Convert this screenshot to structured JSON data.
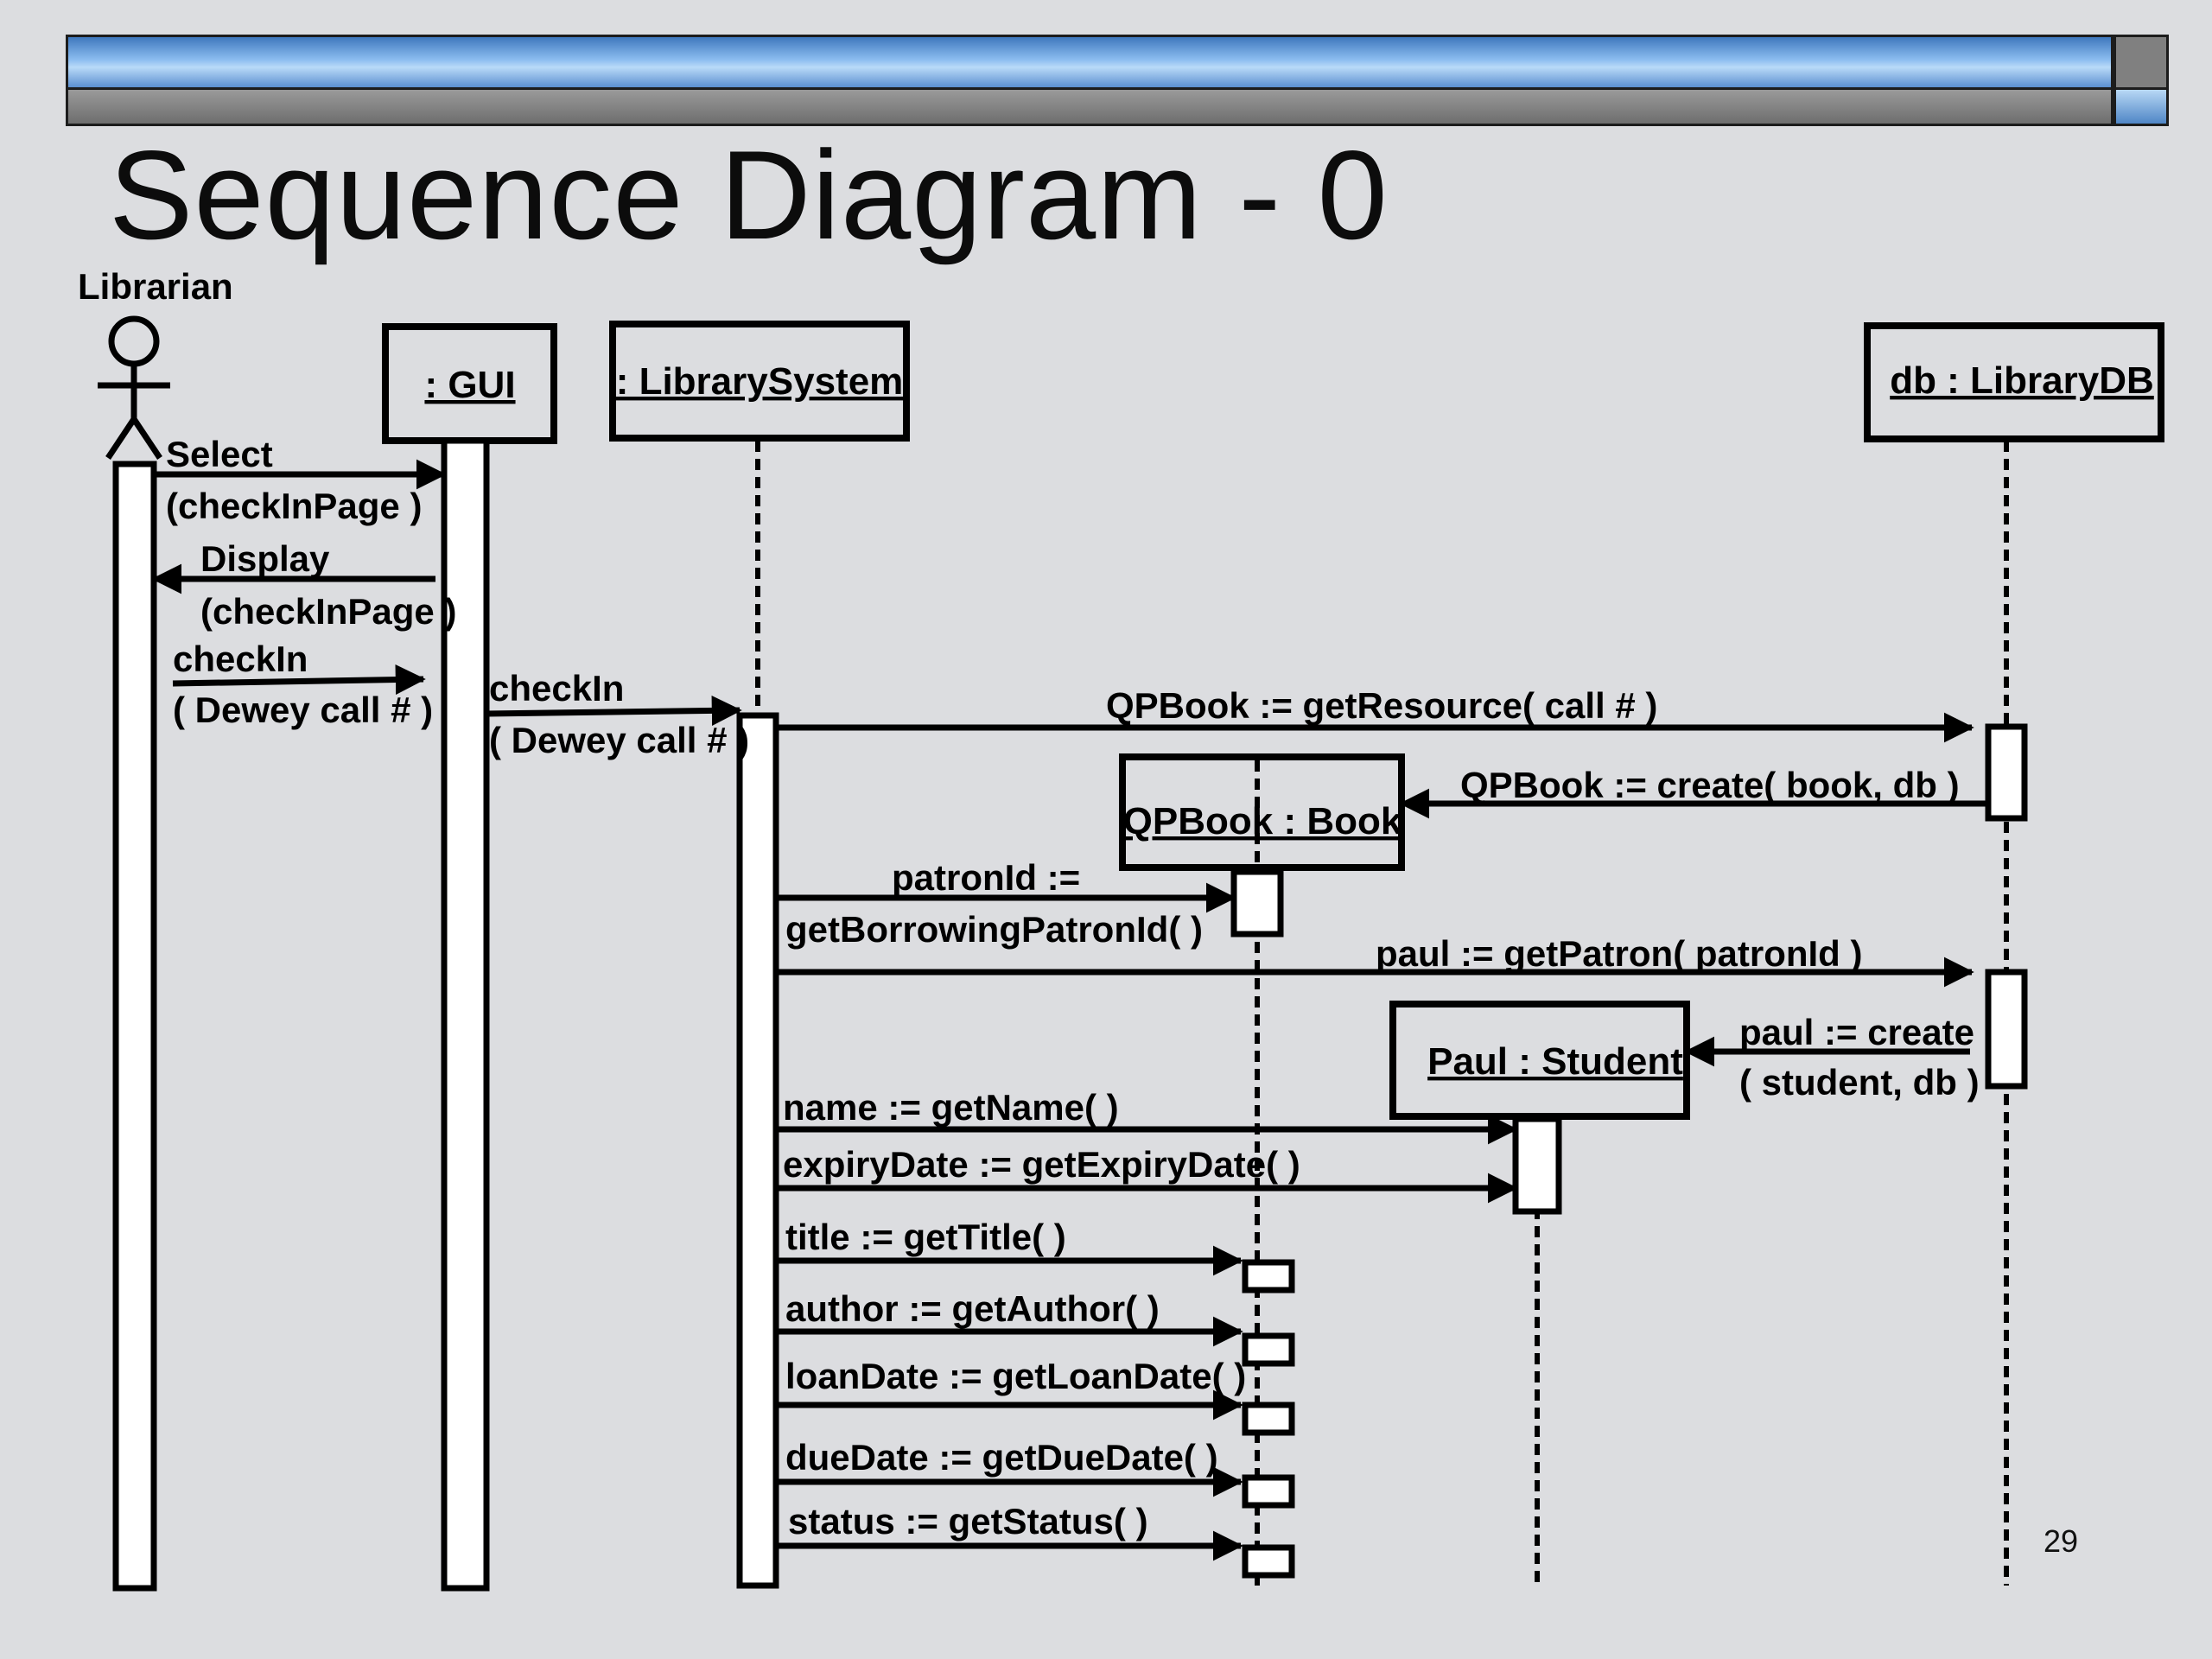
{
  "slide": {
    "title": "Sequence Diagram - 0",
    "page_number": "29"
  },
  "colors": {
    "background": "#dcdde0",
    "header_blue": "#5b8fd0",
    "header_gray": "#808080",
    "ink": "#000000"
  },
  "actor": {
    "label": "Librarian"
  },
  "objects": {
    "gui": ": GUI",
    "library_system": ": LibrarySystem",
    "library_db": "db : LibraryDB",
    "book": "QPBook : Book",
    "student": "Paul : Student"
  },
  "messages": {
    "select_1": "Select",
    "select_2": "(checkInPage )",
    "display_1": "Display",
    "display_2": "(checkInPage )",
    "checkin_gui_1": "checkIn",
    "checkin_gui_2": "( Dewey call # )",
    "checkin_sys_1": "checkIn",
    "checkin_sys_2": "( Dewey call # )",
    "get_resource": "QPBook := getResource( call # )",
    "create_book": "QPBook := create( book, db )",
    "patron_id_1": "patronId :=",
    "patron_id_2": "getBorrowingPatronId( )",
    "get_patron": "paul := getPatron( patronId )",
    "create_student_1": "paul := create",
    "create_student_2": "( student, db )",
    "get_name": "name := getName(  )",
    "get_expiry": "expiryDate := getExpiryDate(  )",
    "get_title": "title := getTitle( )",
    "get_author": "author := getAuthor( )",
    "get_loan_date": "loanDate := getLoanDate( )",
    "get_due_date": "dueDate := getDueDate( )",
    "get_status": "status := getStatus( )"
  }
}
